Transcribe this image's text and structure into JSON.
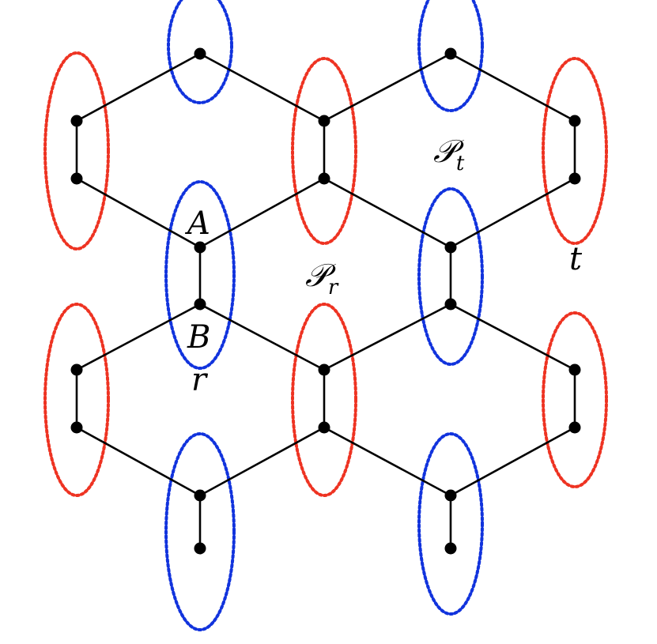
{
  "colors": {
    "edge": "#000000",
    "node": "#000000",
    "ring_red": "#ee3322",
    "ring_blue": "#1133dd",
    "background": "#ffffff"
  },
  "labels": {
    "vertex_a": "A",
    "vertex_b": "B",
    "site_r": "r",
    "site_t": "t",
    "plaquette_r": {
      "base": "𝒫",
      "sub": "r"
    },
    "plaquette_t": {
      "base": "𝒫",
      "sub": "t"
    }
  },
  "legend": []
}
